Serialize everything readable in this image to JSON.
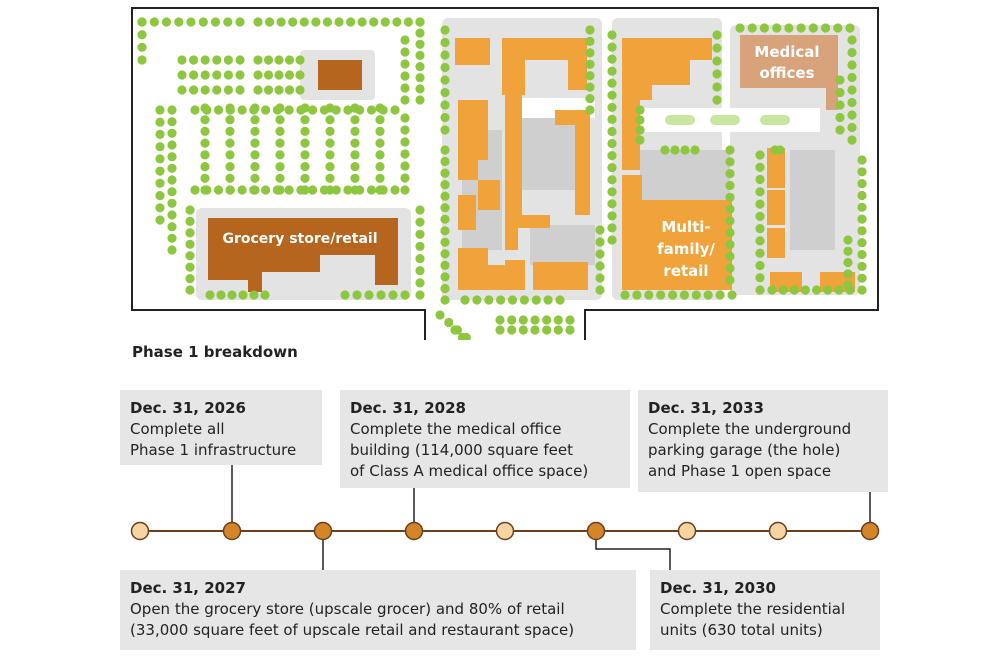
{
  "map": {
    "labels": {
      "grocery": "Grocery store/retail",
      "medical_line1": "Medical",
      "medical_line2": "offices",
      "multi_line1": "Multi-",
      "multi_line2": "family/",
      "multi_line3": "retail"
    },
    "colors": {
      "outline": "#222222",
      "tree": "#8dc63f",
      "tree_light": "#c8e6a0",
      "grocery": "#b5651d",
      "building_orange": "#f0a23b",
      "medical": "#d8a27a",
      "pavement": "#cfcfcf",
      "pavement_light": "#e3e3e3"
    }
  },
  "timeline": {
    "heading": "Phase 1 breakdown",
    "colors": {
      "dot_dark": "#d4852a",
      "dot_light": "#f6d5a3",
      "line": "#6b3f1c",
      "card_bg": "#e6e6e6"
    },
    "milestones": [
      {
        "date": "Dec. 31, 2026",
        "desc": "Complete all\nPhase 1 infrastructure"
      },
      {
        "date": "Dec. 31, 2027",
        "desc": "Open the grocery store (upscale grocer) and 80% of retail\n(33,000 square feet of upscale retail and restaurant space)"
      },
      {
        "date": "Dec. 31, 2028",
        "desc": "Complete the medical office\nbuilding (114,000 square feet\nof Class A medical office space)"
      },
      {
        "date": "Dec. 31, 2030",
        "desc": "Complete the residential\nunits (630 total units)"
      },
      {
        "date": "Dec. 31, 2033",
        "desc": "Complete the underground\nparking garage (the hole)\nand Phase 1 open space"
      }
    ]
  }
}
